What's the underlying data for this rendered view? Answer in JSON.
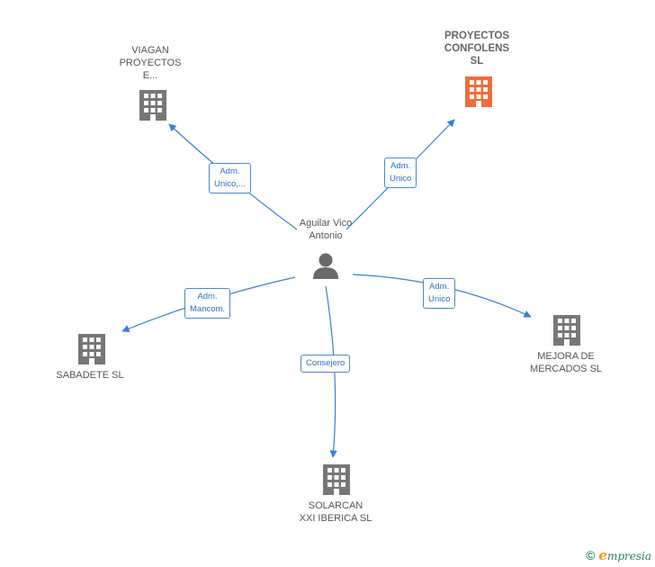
{
  "center": {
    "label": "Aguilar Vico\nAntonio",
    "icon": "person-icon"
  },
  "companies": [
    {
      "id": "viagan",
      "label": "VIAGAN\nPROYECTOS\nE...",
      "icon": "building-icon",
      "highlight": false
    },
    {
      "id": "confolens",
      "label": "PROYECTOS\nCONFOLENS\nSL",
      "icon": "building-icon",
      "highlight": true
    },
    {
      "id": "sabadete",
      "label": "SABADETE  SL",
      "icon": "building-icon",
      "highlight": false
    },
    {
      "id": "mejora",
      "label": "MEJORA DE\nMERCADOS SL",
      "icon": "building-icon",
      "highlight": false
    },
    {
      "id": "solarcan",
      "label": "SOLARCAN\nXXI IBERICA SL",
      "icon": "building-icon",
      "highlight": false
    }
  ],
  "relations": [
    {
      "target": "viagan",
      "label": "Adm.\nUnico,..."
    },
    {
      "target": "confolens",
      "label": "Adm.\nUnico"
    },
    {
      "target": "sabadete",
      "label": "Adm.\nMancom."
    },
    {
      "target": "mejora",
      "label": "Adm.\nUnico"
    },
    {
      "target": "solarcan",
      "label": "Consejero"
    }
  ],
  "colors": {
    "edge": "#3a7fd5",
    "building": "#777777",
    "highlight": "#f26b3a",
    "person": "#6a6a6a"
  },
  "footer": {
    "copyright": "©",
    "brand_initial": "e",
    "brand_rest": "mpresia"
  }
}
